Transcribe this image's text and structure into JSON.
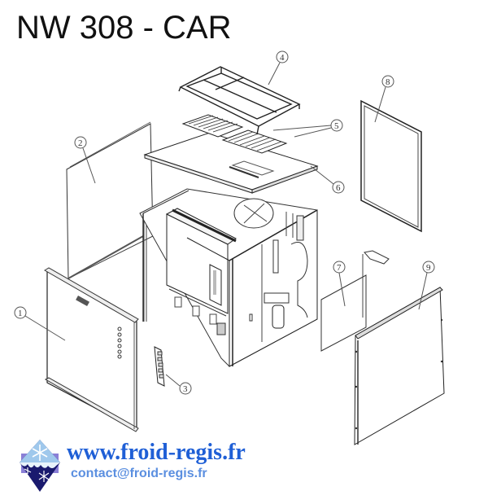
{
  "header": {
    "title": "NW 308 - CAR"
  },
  "diagram": {
    "type": "exploded-parts-view",
    "callouts": [
      {
        "num": "1",
        "part": "front-door-panel"
      },
      {
        "num": "2",
        "part": "left-side-panel"
      },
      {
        "num": "3",
        "part": "control-keypad"
      },
      {
        "num": "4",
        "part": "top-frame"
      },
      {
        "num": "5",
        "part": "top-grilles"
      },
      {
        "num": "6",
        "part": "top-cover"
      },
      {
        "num": "7",
        "part": "inner-side-panel"
      },
      {
        "num": "8",
        "part": "rear-panel"
      },
      {
        "num": "9",
        "part": "right-side-panel"
      }
    ]
  },
  "footer": {
    "website": "www.froid-regis.fr",
    "contact": "contact@froid-regis.fr",
    "colors": {
      "website": "#1f5fd6",
      "contact": "#5b8fe0",
      "logo_dark": "#1a1a6e",
      "logo_light": "#9fc8ec",
      "logo_frame": "#8a7fd6"
    }
  }
}
